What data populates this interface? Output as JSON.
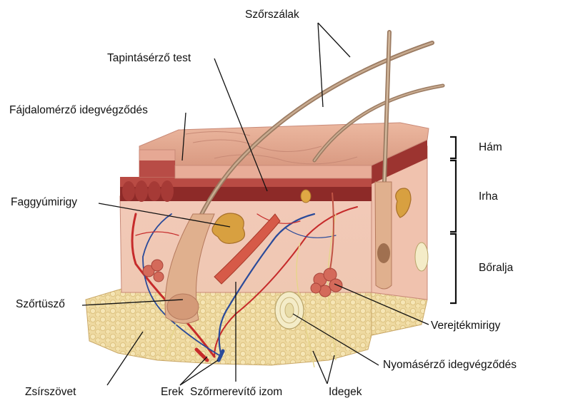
{
  "labels": {
    "szorszalak": "Szőrszálak",
    "tapintaserzo": "Tapintásérző test",
    "fajdalomerzo": "Fájdalomérző idegvégződés",
    "faggyumirigy": "Faggyúmirigy",
    "szortuszo": "Szőrtüsző",
    "zsirszovet": "Zsírszövet",
    "erek": "Erek",
    "szormerevito": "Szőrmerevítő izom",
    "idegek": "Idegek",
    "nyomaserzo": "Nyomásérző idegvégződés",
    "verejtekmirigy": "Verejtékmirigy"
  },
  "layers": {
    "ham": "Hám",
    "irha": "Irha",
    "boralja": "Bőralja"
  }
}
